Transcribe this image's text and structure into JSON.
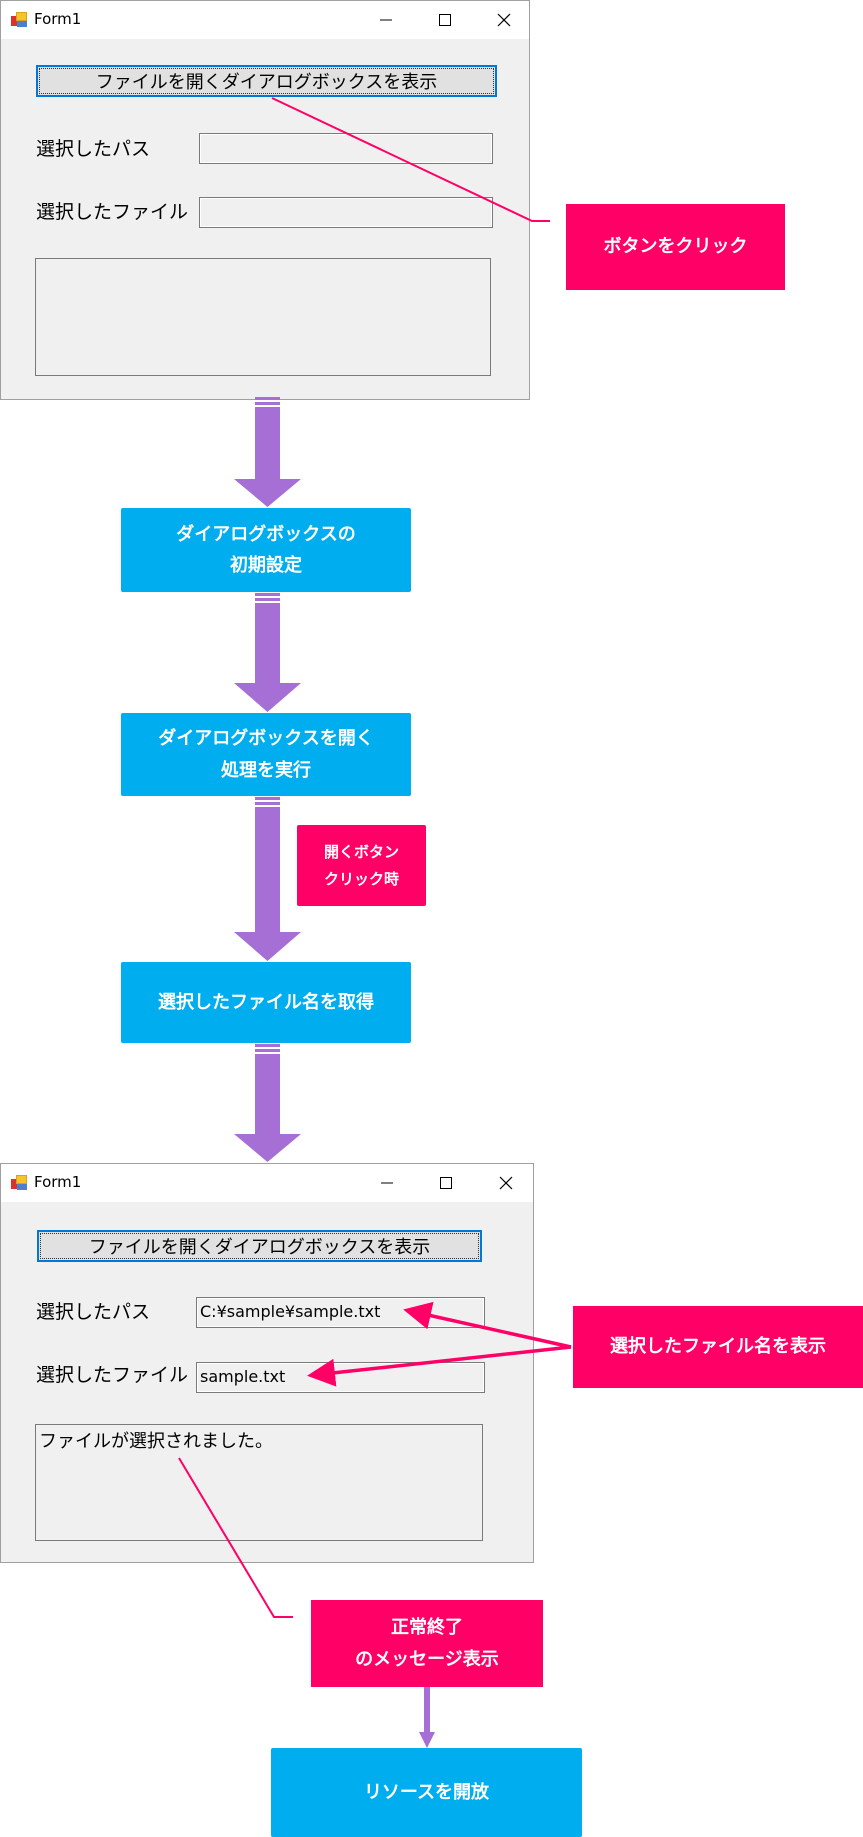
{
  "colors": {
    "process_box": "#00aeef",
    "annotation_box": "#ff0066",
    "flow_arrow": "#a66fd5",
    "leader_line": "#ff0066",
    "window_bg": "#f0f0f0",
    "focus_border": "#0078d7"
  },
  "window_before": {
    "title": "Form1",
    "icon": "winforms-app-icon",
    "controls": [
      "minimize-icon",
      "maximize-icon",
      "close-icon"
    ],
    "open_button_label": "ファイルを開くダイアログボックスを表示",
    "path_label": "選択したパス",
    "path_value": "",
    "file_label": "選択したファイル",
    "file_value": "",
    "message_value": ""
  },
  "window_after": {
    "title": "Form1",
    "icon": "winforms-app-icon",
    "controls": [
      "minimize-icon",
      "maximize-icon",
      "close-icon"
    ],
    "open_button_label": "ファイルを開くダイアログボックスを表示",
    "path_label": "選択したパス",
    "path_value": "C:¥sample¥sample.txt",
    "file_label": "選択したファイル",
    "file_value": "sample.txt",
    "message_value": "ファイルが選択されました。"
  },
  "annotations": {
    "click_button": "ボタンをクリック",
    "open_click": [
      "開くボタン",
      "クリック時"
    ],
    "show_filename": "選択したファイル名を表示",
    "success_message": [
      "正常終了",
      "のメッセージ表示"
    ]
  },
  "flow_steps": [
    {
      "lines": [
        "ダイアログボックスの",
        "初期設定"
      ]
    },
    {
      "lines": [
        "ダイアログボックスを開く",
        "処理を実行"
      ]
    },
    {
      "lines": [
        "選択したファイル名を取得"
      ]
    },
    {
      "lines": [
        "リソースを開放"
      ]
    }
  ]
}
